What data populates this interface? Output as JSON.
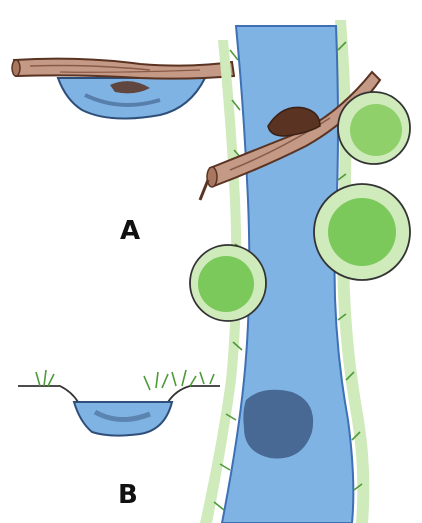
{
  "labels": {
    "a": "A",
    "b": "B"
  },
  "colors": {
    "water": "#7fb3e3",
    "water_edge": "#3f6fb5",
    "deep_water": "#3e5c86",
    "wood": "#c49a86",
    "wood_dark": "#6b3b2a",
    "beaver": "#5a3322",
    "foliage": "#7cc95b",
    "foliage_light": "#cfeabb",
    "grass": "#4f9a3a",
    "outline": "#333333"
  },
  "icons": {
    "scene": "stream-with-log-illustration",
    "cross_section_a": "stream-cross-section-log-icon",
    "cross_section_b": "stream-cross-section-grass-icon",
    "beaver": "beaver-icon",
    "tree": "tree-canopy-icon"
  }
}
